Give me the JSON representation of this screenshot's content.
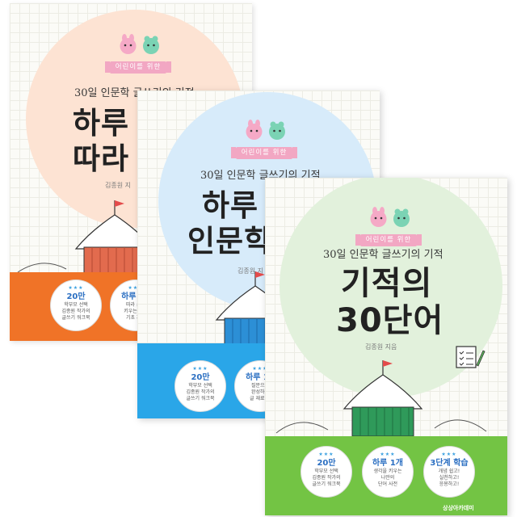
{
  "colors": {
    "book1_circle": "#fde3d3",
    "book1_band": "#f07327",
    "book2_circle": "#d7ebfa",
    "book2_band": "#2aa6e8",
    "book3_circle": "#e2f1dc",
    "book3_band": "#73c444",
    "ribbon": "#f2a7c3",
    "badge_head": "#2b6fc2"
  },
  "icons": [
    "pink-bunny-icon",
    "green-bear-icon",
    "circus-tent-icon",
    "flag-icon",
    "checklist-pencil-icon"
  ],
  "books": [
    {
      "ribbon": "어린이를 위한",
      "subtitle": "30일 인문학 글쓰기의 기적",
      "title_line1": "하루 1",
      "title_line2": "따라 :",
      "author": "김종원 지",
      "badges": [
        {
          "head": "20만",
          "lines": [
            "학부모 선택",
            "김종원 작가의",
            "글쓰기 워크북"
          ]
        },
        {
          "head": "하루 10",
          "lines": [
            "따라 쓰기",
            "키우는 글쓰",
            "기초 체력"
          ]
        }
      ]
    },
    {
      "ribbon": "어린이를 위한",
      "subtitle": "30일 인문학 글쓰기의 기적",
      "title_line1": "하루 :",
      "title_line2": "인문학",
      "author": "김종원 지",
      "badges": [
        {
          "head": "20만",
          "lines": [
            "학부모 선택",
            "김종원 작가의",
            "글쓰기 워크북"
          ]
        },
        {
          "head": "하루 10",
          "lines": [
            "질문으로",
            "완성하는",
            "글 재료 노"
          ]
        }
      ]
    },
    {
      "ribbon": "어린이를 위한",
      "subtitle": "30일 인문학 글쓰기의 기적",
      "title_line1": "기적의",
      "title_line2": "30단어",
      "author": "김종원 지음",
      "badges": [
        {
          "head": "20만",
          "lines": [
            "학부모 선택",
            "김종원 작가의",
            "글쓰기 워크북"
          ]
        },
        {
          "head": "하루 1개",
          "lines": [
            "생각을 키우는",
            "나만의",
            "단어 사전"
          ]
        },
        {
          "head": "3단계 학습",
          "lines": [
            "개념 쉽고!",
            "실천하고!",
            "응용하고!"
          ]
        }
      ],
      "publisher": "상상아카데미"
    }
  ]
}
